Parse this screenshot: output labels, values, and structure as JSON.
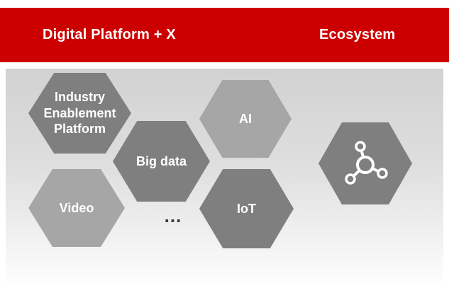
{
  "colors": {
    "banner_red": "#cc0000",
    "hex_dark": "#7f7f7f",
    "hex_light": "#a6a6a6",
    "label_text": "#ffffff",
    "ellipsis_text": "#3a3a3a"
  },
  "banner": {
    "left_title": "Digital Platform + X",
    "right_title": "Ecosystem"
  },
  "platform_cluster": {
    "hexagons": [
      {
        "id": "industry-enablement-platform",
        "label": "Industry Enablement Platform",
        "tone": "dark"
      },
      {
        "id": "ai",
        "label": "AI",
        "tone": "light"
      },
      {
        "id": "big-data",
        "label": "Big data",
        "tone": "dark"
      },
      {
        "id": "video",
        "label": "Video",
        "tone": "light"
      },
      {
        "id": "iot",
        "label": "IoT",
        "tone": "dark"
      }
    ],
    "ellipsis": "..."
  },
  "ecosystem_cluster": {
    "hexagon": {
      "icon": "network-icon",
      "tone": "dark"
    }
  }
}
